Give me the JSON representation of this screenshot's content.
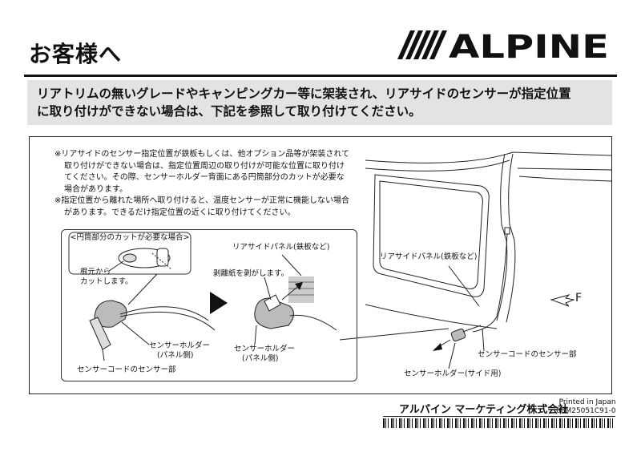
{
  "document": {
    "title": "お客様へ",
    "brand": "ALPINE",
    "banner_lines": [
      "リアトリムの無いグレードやキャンピングカー等に架装され、リアサイドのセンサーが指定位置",
      "に取り付けができない場合は、下記を参照して取り付けてください。"
    ],
    "notes": [
      "※リアサイドのセンサー指定位置が鉄板もしくは、他オプション品等が架装されて取り付けができない場合は、指定位置周辺の取り付けが可能な位置に取り付けてください。その際、センサーホルダー背面にある円筒部分のカットが必要な場合があります。",
      "※指定位置から離れた場所へ取り付けると、温度センサーが正常に機能しない場合があります。できるだけ指定位置の近くに取り付けてください。"
    ],
    "left_figure": {
      "callout_title": "<円筒部分のカットが必要な場合>",
      "cut_label_line1": "根元から",
      "cut_label_line2": "カットします。",
      "holder_label_line1": "センサーホルダー",
      "holder_label_line2": "(パネル側)",
      "sensor_label": "センサーコードのセンサー部"
    },
    "middle_figure": {
      "panel_label": "リアサイドパネル(鉄板など)",
      "peel_label": "剥離紙を剥がします。",
      "holder_label_line1": "センサーホルダー",
      "holder_label_line2": "(パネル側)"
    },
    "right_figure": {
      "panel_label": "リアサイドパネル(鉄板など)",
      "direction_label": "F",
      "sensor_label": "センサーコードのセンサー部",
      "holder_label": "センサーホルダー(サイド用)"
    },
    "footer": {
      "company": "アルパイン マーケティング株式会社",
      "printed": "Printed in Japan",
      "code": "68M25051C91-0"
    }
  }
}
